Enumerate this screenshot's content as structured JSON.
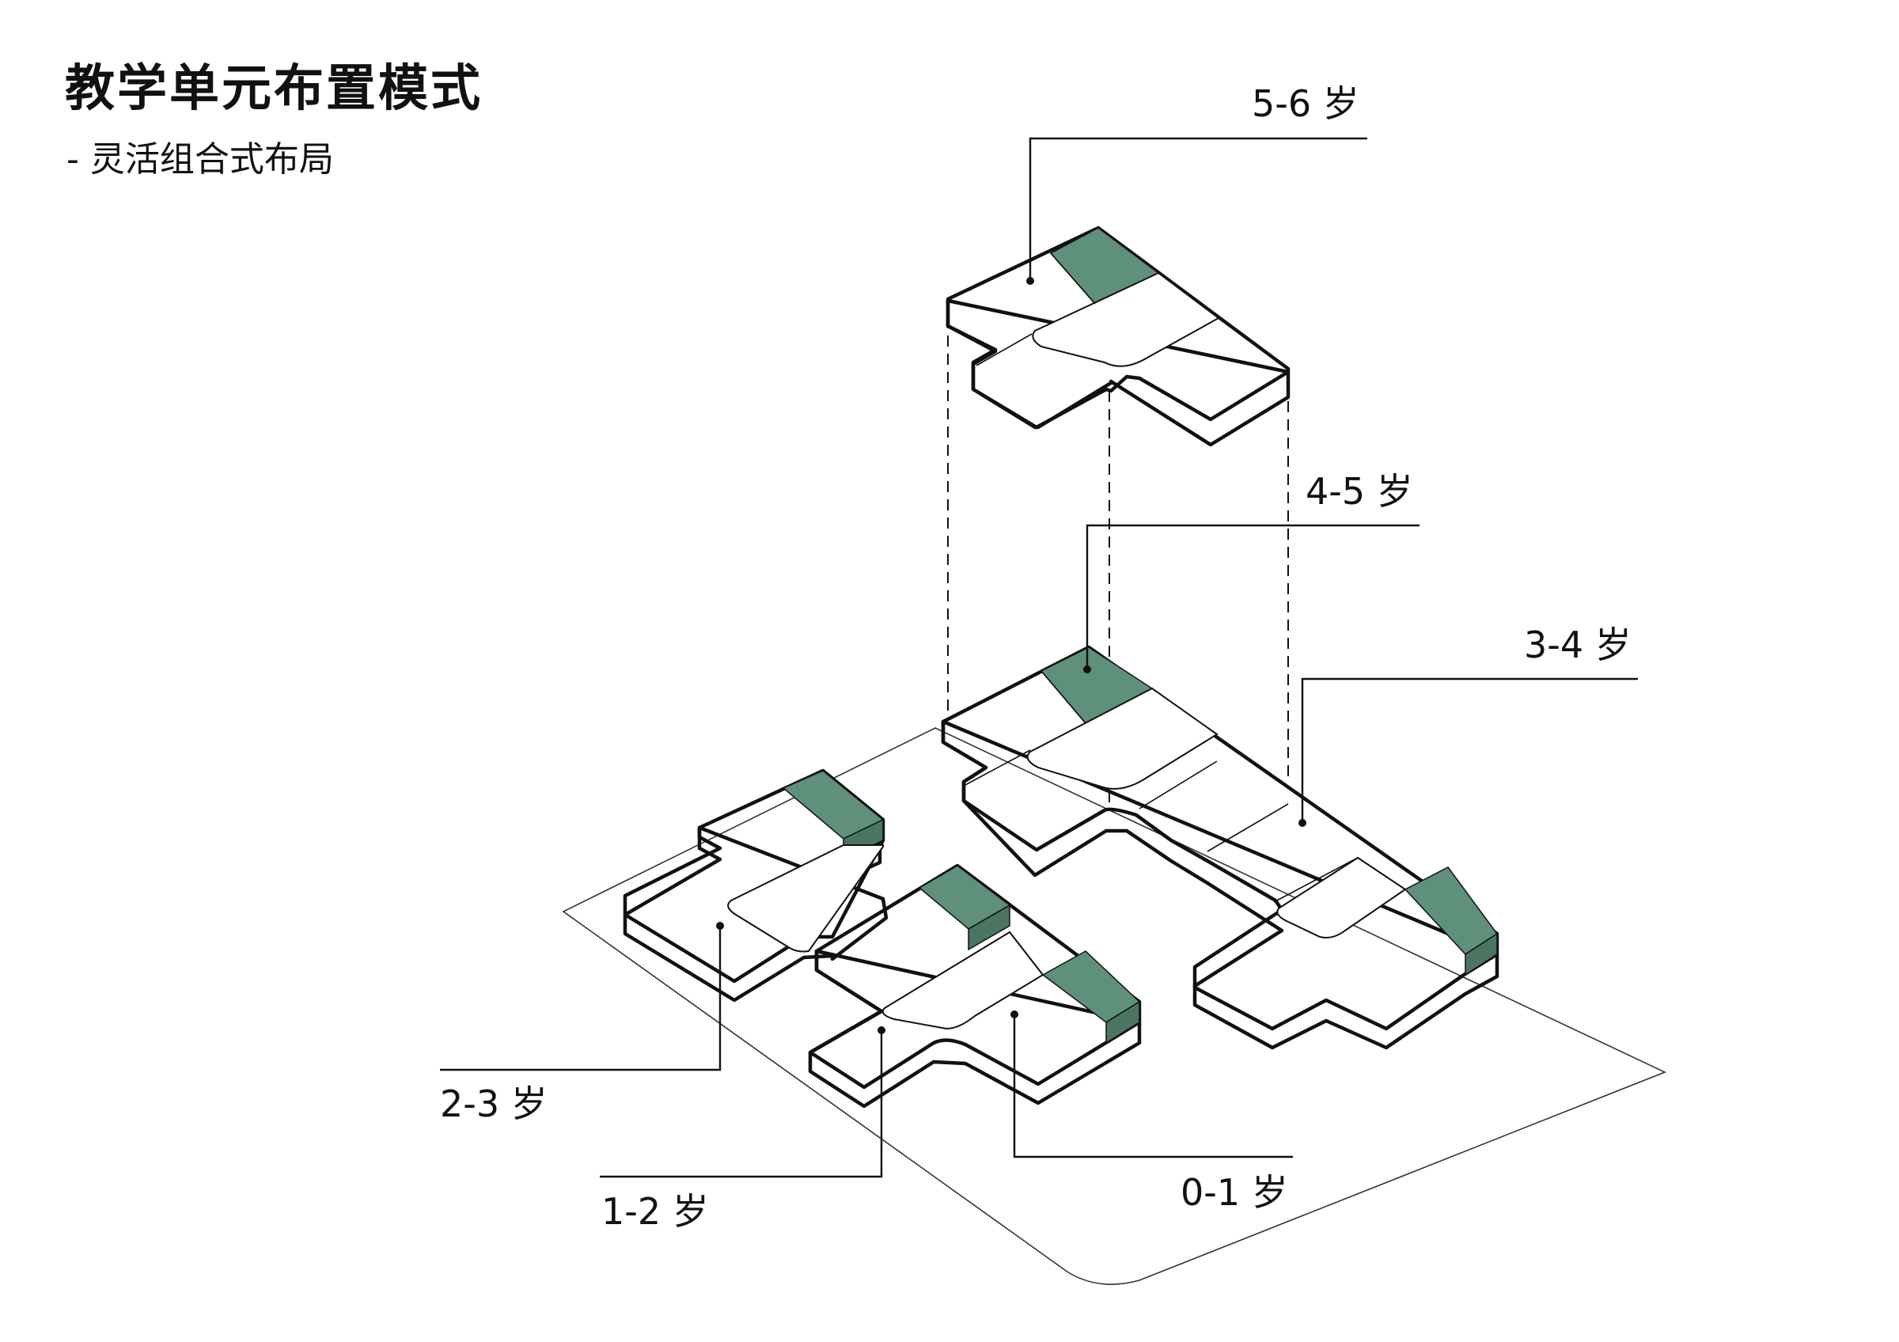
{
  "title": "教学单元布置模式",
  "subtitle": "- 灵活组合式布局",
  "labels": {
    "age_5_6": "5-6 岁",
    "age_4_5": "4-5 岁",
    "age_3_4": "3-4 岁",
    "age_2_3": "2-3 岁",
    "age_1_2": "1-2 岁",
    "age_0_1": "0-1 岁"
  },
  "colors": {
    "top_yellow": "#e8d55f",
    "side_orange": "#d9a24a",
    "top_green": "#5e907c",
    "side_green": "#4a7563",
    "outline": "#111111"
  }
}
